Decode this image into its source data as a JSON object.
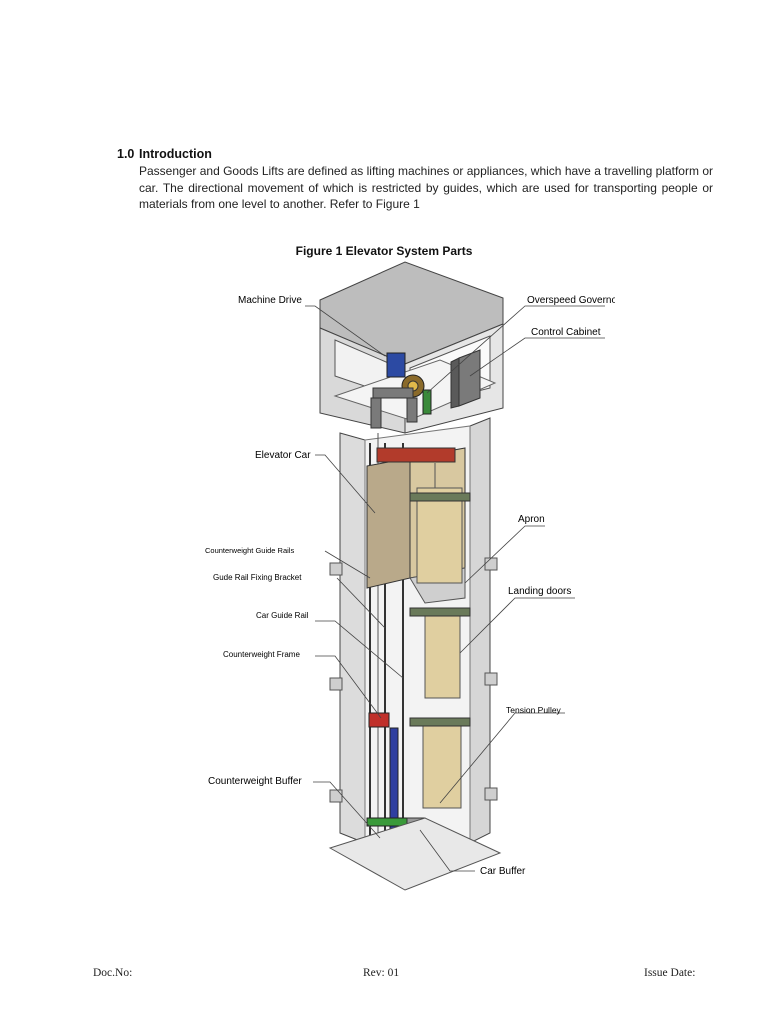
{
  "section": {
    "number": "1.0",
    "title": "Introduction",
    "paragraph": "Passenger and Goods Lifts are defined as lifting machines or appliances, which have a travelling platform or car. The directional movement of which is restricted by guides, which are used for transporting people or materials from one level to another. Refer to Figure 1"
  },
  "figure": {
    "caption": "Figure 1 Elevator System Parts",
    "labels": {
      "machine_drive": "Machine Drive",
      "overspeed_governor": "Overspeed Governor",
      "control_cabinet": "Control Cabinet",
      "elevator_car": "Elevator Car",
      "apron": "Apron",
      "counterweight_guide_rails": "Counterweight Guide Rails",
      "guide_rail_fixing_bracket": "Gude Rail Fixing Bracket",
      "car_guide_rail": "Car Guide Rail",
      "landing_doors": "Landing doors",
      "counterweight_frame": "Counterweight Frame",
      "tension_pulley": "Tension Pulley",
      "counterweight_buffer": "Counterweight Buffer",
      "car_buffer": "Car Buffer"
    }
  },
  "footer": {
    "doc_no": "Doc.No:",
    "rev": "Rev: 01",
    "issue_date": "Issue Date:"
  }
}
